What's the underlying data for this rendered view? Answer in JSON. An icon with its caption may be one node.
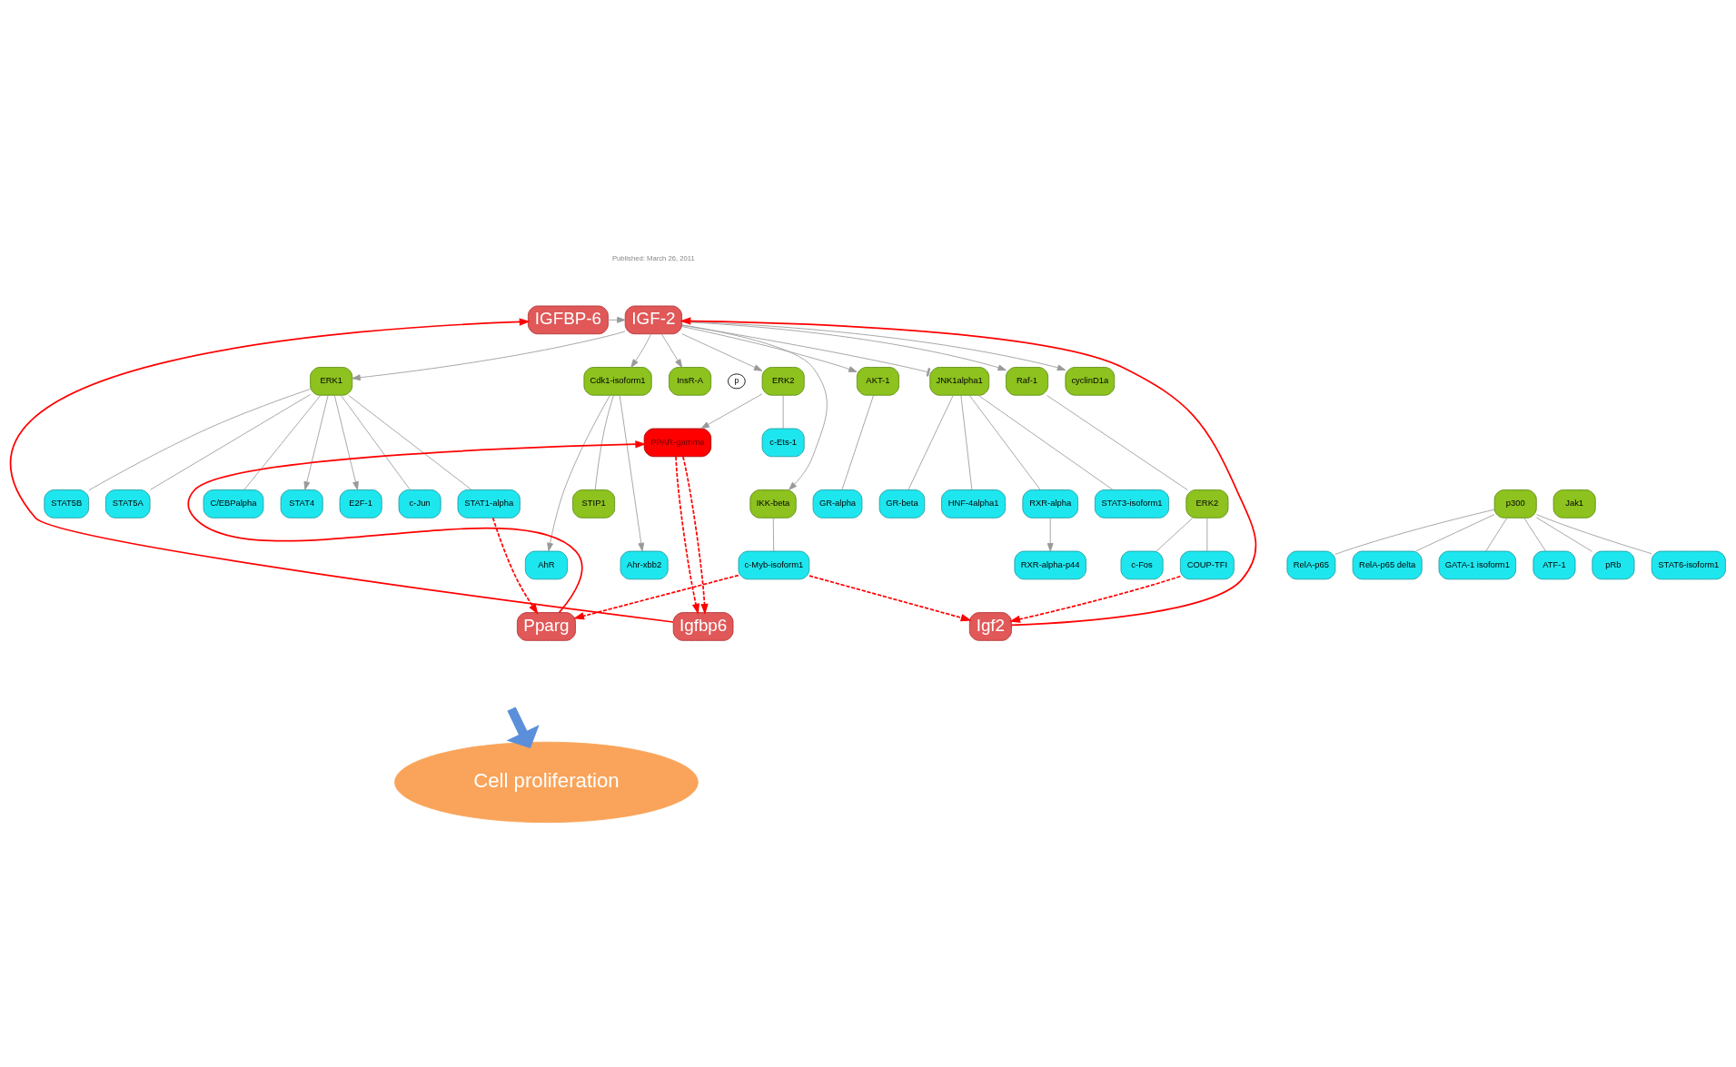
{
  "diagram": {
    "nodes": [
      {
        "text": [
          "IGF-2"
        ]
      },
      {
        "text": [
          "IGFBP-6"
        ]
      },
      {
        "text": [
          "Cdk1-isoform1"
        ]
      },
      {
        "text": [
          "ERK2"
        ],
        "beside": [
          "p"
        ]
      },
      {
        "text": [
          "AKT-1"
        ]
      },
      {
        "text": [
          "JNK1alpha1"
        ]
      },
      {
        "text": [
          "cyclinD1a"
        ]
      },
      {
        "text": [
          "InsR-A"
        ]
      },
      {
        "text": [
          "ERK1"
        ]
      },
      {
        "text": [
          "Raf-1"
        ]
      },
      {
        "text": [
          "PPAR-gamma"
        ]
      },
      {
        "text": [
          "c-Ets-1"
        ]
      },
      {
        "text": [
          "STIP1"
        ]
      },
      {
        "text": [
          "IKK-beta"
        ]
      },
      {
        "text": [
          "p300"
        ]
      },
      {
        "text": [
          "GR-alpha"
        ]
      },
      {
        "text": [
          "GR-beta"
        ]
      },
      {
        "text": [
          "Jak1"
        ]
      },
      {
        "text": [
          "HNF-4alpha1"
        ]
      },
      {
        "text": [
          "RXR-alpha"
        ]
      },
      {
        "text": [
          "STAT3-isoform1"
        ]
      },
      {
        "text": [
          "STAT4"
        ]
      },
      {
        "text": [
          "E2F-1"
        ]
      },
      {
        "text": [
          "c-Jun"
        ]
      },
      {
        "text": [
          "STAT5B"
        ]
      },
      {
        "text": [
          "STAT1-alpha"
        ]
      },
      {
        "text": [
          "ERK2"
        ]
      },
      {
        "text": [
          "STAT5A"
        ]
      },
      {
        "text": [
          "C/EBPalpha"
        ]
      },
      {
        "text": [
          "AhR"
        ]
      },
      {
        "text": [
          "Ahr-xbb2"
        ]
      },
      {
        "text": [
          "c-Myb-isoform1"
        ]
      },
      {
        "text": [
          "RelA-p65"
        ]
      },
      {
        "text": [
          "RelA-p65 delta"
        ]
      },
      {
        "text": [
          "GATA-1 isoform1"
        ]
      },
      {
        "text": [
          "ATF-1"
        ]
      },
      {
        "text": [
          "pRb"
        ]
      },
      {
        "text": [
          "STAT6-isoform1"
        ]
      },
      {
        "text": [
          "RXR-alpha-p44"
        ]
      },
      {
        "text": [
          "c-Fos"
        ]
      },
      {
        "text": [
          "COUP-TFI"
        ]
      },
      {
        "text": [
          "Pparg"
        ]
      },
      {
        "text": [
          "Igfbp6"
        ]
      },
      {
        "text": [
          "Igf2"
        ]
      },
      {
        "text": [
          "Cell proliferation"
        ]
      }
    ],
    "edges": [
      {
        "from": 1,
        "to": 0,
        "arrow": "to",
        "color": "#999999"
      },
      {
        "from": 0,
        "to": 2,
        "arrow": "to",
        "color": "#999999"
      },
      {
        "from": 0,
        "to": 3,
        "arrow": "to",
        "color": "#999999"
      },
      {
        "from": 0,
        "to": 4,
        "arrow": "to",
        "color": "#999999"
      },
      {
        "from": 0,
        "to": 5,
        "arrow": "other",
        "color": "#999999"
      },
      {
        "from": 0,
        "to": 6,
        "arrow": "to",
        "color": "#999999"
      },
      {
        "from": 0,
        "to": 7,
        "arrow": "to",
        "color": "#999999"
      },
      {
        "from": 0,
        "to": 8,
        "arrow": "to",
        "color": "#999999"
      },
      {
        "from": 0,
        "to": 9,
        "arrow": "to",
        "color": "#999999"
      },
      {
        "from": 0,
        "to": 13,
        "arrow": "to",
        "color": "#999999"
      },
      {
        "from": 3,
        "to": 10,
        "arrow": "to",
        "color": "#999999"
      },
      {
        "from": 3,
        "to": 11,
        "arrow": "none",
        "color": "#999999"
      },
      {
        "from": 2,
        "to": 12,
        "arrow": "none",
        "color": "#999999"
      },
      {
        "from": 2,
        "to": 29,
        "arrow": "to",
        "color": "#999999"
      },
      {
        "from": 2,
        "to": 30,
        "arrow": "to",
        "color": "#999999"
      },
      {
        "from": 4,
        "to": 15,
        "arrow": "none",
        "color": "#999999"
      },
      {
        "from": 5,
        "to": 16,
        "arrow": "none",
        "color": "#999999"
      },
      {
        "from": 5,
        "to": 18,
        "arrow": "none",
        "color": "#999999"
      },
      {
        "from": 5,
        "to": 19,
        "arrow": "none",
        "color": "#999999"
      },
      {
        "from": 5,
        "to": 20,
        "arrow": "none",
        "color": "#999999"
      },
      {
        "from": 8,
        "to": 21,
        "arrow": "to",
        "color": "#999999"
      },
      {
        "from": 8,
        "to": 22,
        "arrow": "to",
        "color": "#999999"
      },
      {
        "from": 8,
        "to": 23,
        "arrow": "none",
        "color": "#999999"
      },
      {
        "from": 8,
        "to": 24,
        "arrow": "none",
        "color": "#999999"
      },
      {
        "from": 8,
        "to": 25,
        "arrow": "none",
        "color": "#999999"
      },
      {
        "from": 8,
        "to": 27,
        "arrow": "none",
        "color": "#999999"
      },
      {
        "from": 8,
        "to": 28,
        "arrow": "none",
        "color": "#999999"
      },
      {
        "from": 9,
        "to": 26,
        "arrow": "none",
        "color": "#999999"
      },
      {
        "from": 13,
        "to": 31,
        "arrow": "none",
        "color": "#999999"
      },
      {
        "from": 14,
        "to": 32,
        "arrow": "none",
        "color": "#999999"
      },
      {
        "from": 14,
        "to": 33,
        "arrow": "none",
        "color": "#999999"
      },
      {
        "from": 14,
        "to": 34,
        "arrow": "none",
        "color": "#999999"
      },
      {
        "from": 14,
        "to": 35,
        "arrow": "none",
        "color": "#999999"
      },
      {
        "from": 14,
        "to": 36,
        "arrow": "none",
        "color": "#999999"
      },
      {
        "from": 14,
        "to": 37,
        "arrow": "none",
        "color": "#999999"
      },
      {
        "from": 19,
        "to": 38,
        "arrow": "to",
        "color": "#999999"
      },
      {
        "from": 26,
        "to": 39,
        "arrow": "none",
        "color": "#999999"
      },
      {
        "from": 26,
        "to": 40,
        "arrow": "none",
        "color": "#999999"
      },
      {
        "from": 43,
        "to": 0,
        "arrow": "to",
        "color": "#ff0000"
      },
      {
        "from": 42,
        "to": 1,
        "arrow": "to",
        "color": "#ff0000"
      },
      {
        "from": 41,
        "to": 10,
        "arrow": "to",
        "color": "#ff0000"
      },
      {
        "from": 10,
        "to": 42,
        "arrow": "to",
        "style": "dashed",
        "color": "#ff0000"
      },
      {
        "from": 10,
        "to": 42,
        "arrow": "to",
        "style": "dashed",
        "color": "#ff0000"
      },
      {
        "from": 31,
        "to": 41,
        "arrow": "to",
        "style": "dashed",
        "color": "#ff0000"
      },
      {
        "from": 31,
        "to": 43,
        "arrow": "to",
        "style": "dashed",
        "color": "#ff0000"
      },
      {
        "from": 25,
        "to": 41,
        "arrow": "to",
        "style": "dashed",
        "color": "#ff0000"
      },
      {
        "from": 40,
        "to": 43,
        "arrow": "to",
        "style": "dashed",
        "color": "#ff0000"
      },
      {
        "from": null,
        "to": 44,
        "arrow": "to",
        "style": "thick",
        "color": "#5b8fd9"
      }
    ],
    "labels": [
      "Published: March 26, 2011"
    ]
  }
}
